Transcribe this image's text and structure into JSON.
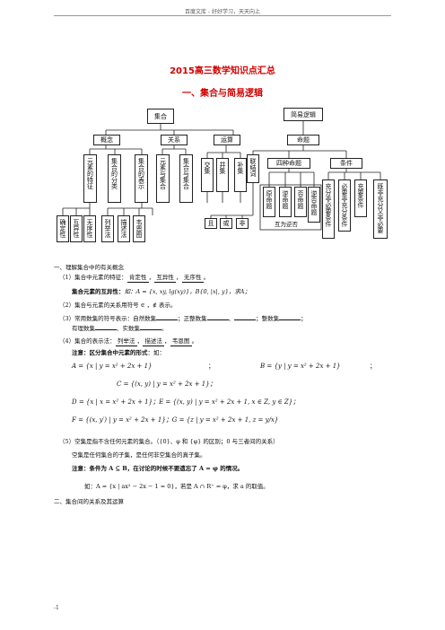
{
  "header": "百度文库 - 好好学习，天天向上",
  "title": "2015高三数学知识点汇总",
  "subtitle": "一、集合与简易逻辑",
  "diagram": {
    "set": "集合",
    "logic": "简易逻辑",
    "concept": "概念",
    "relation": "关系",
    "operation": "运算",
    "proposition": "命题",
    "concept_items": [
      "元素的特征",
      "集合的分类",
      "集合的表示"
    ],
    "relation_items": [
      "元素与集合",
      "集合与集合"
    ],
    "operation_items": [
      "交集",
      "并集",
      "补集"
    ],
    "logic_connective": "联结词",
    "four_props": "四种命题",
    "condition": "条件",
    "props": [
      "原命题",
      "逆命题",
      "否命题",
      "逆否命题"
    ],
    "conds": [
      "充分非必要条件",
      "必要非充分条件",
      "充要条件",
      "既非充分又非必要"
    ],
    "features": [
      "确定性",
      "互异性",
      "无序性"
    ],
    "methods": [
      "列举法",
      "描述法",
      "韦恩图"
    ],
    "connectives": [
      "且",
      "或",
      "非"
    ],
    "contrapositive": "互为逆否"
  },
  "text": {
    "s1": "一、理解集合中的有关概念",
    "l1a": "（1）集合中元素的特征：",
    "l1b": "肯定性",
    "l1c": "互异性",
    "l1d": "无序性",
    "l2a": "集合元素的互异性：",
    "l2b": "如：A = {x, xy, lg(xy)}，B{0, |x|, y}，求A；",
    "l3": "（2）集合与元素的关系用符号 ∈ ，∉ 表示。",
    "l4a": "（3）常用数集的符号表示：自然数集",
    "l4b": "；正整数集",
    "l4c": "、",
    "l4d": "；整数集",
    "l4e": "；",
    "l5a": "有理数集",
    "l5b": "、实数集",
    "l5c": "。",
    "l6a": "（4）集合的表示法：",
    "l6b": "列举法",
    "l6c": "描述法",
    "l6d": "韦恩图",
    "l7a": "注意：区分集合中元素的形式",
    "l7b": "：如：",
    "eqA": "A = {x | y = x² + 2x + 1}",
    "eqB": "B = {y | y = x² + 2x + 1}",
    "eqC": "C = {(x, y) | y = x² + 2x + 1}；",
    "eqD": "D = {x | x = x² + 2x + 1}；E = {(x, y) | y = x² + 2x + 1, x ∈ Z, y ∈ Z}；",
    "eqF": "F = {(x, y′) | y = x² + 2x + 1}；G = {z | y = x² + 2x + 1, z = y/x}",
    "l8": "（5）空集是指不含任何元素的集合。（{0}、φ 和 {φ} 的区别；0 与三者间的关系）",
    "l9": "空集是任何集合的子集，是任何非空集合的真子集。",
    "l10a": "注意：条件为 A ⊆ B，在讨论的时候不要遗忘了 A = φ 的情况。",
    "l11": "如：A = {x | ax² − 2x − 1 = 0}，若是 A ∩ R⁺ = φ，求 a 的取值。",
    "s2": "二、集合间的关系及其运算"
  },
  "footer": "-1"
}
